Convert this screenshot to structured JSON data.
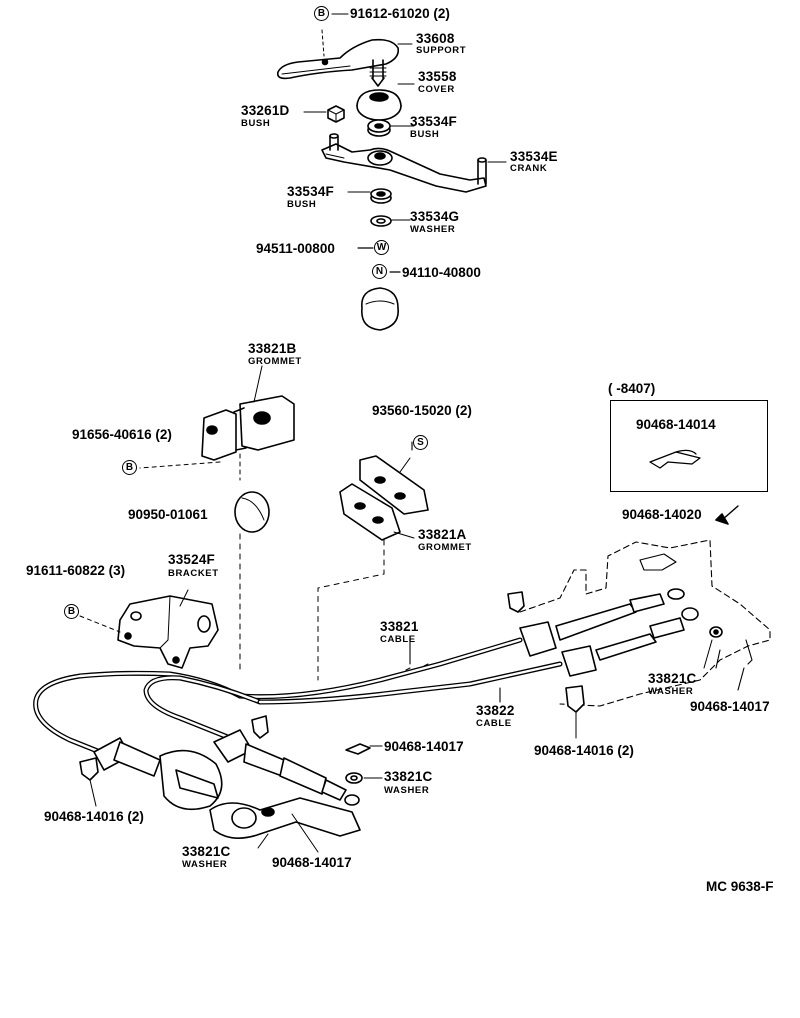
{
  "parts": {
    "p91612": {
      "number": "91612-61020 (2)",
      "symbol": "B"
    },
    "p33608": {
      "number": "33608",
      "name": "SUPPORT"
    },
    "p33558": {
      "number": "33558",
      "name": "COVER"
    },
    "p33261d": {
      "number": "33261D",
      "name": "BUSH"
    },
    "p33534f_top": {
      "number": "33534F",
      "name": "BUSH"
    },
    "p33534e": {
      "number": "33534E",
      "name": "CRANK"
    },
    "p33534f_bot": {
      "number": "33534F",
      "name": "BUSH"
    },
    "p33534g": {
      "number": "33534G",
      "name": "WASHER"
    },
    "p94511": {
      "number": "94511-00800",
      "symbol": "W"
    },
    "p94110": {
      "number": "94110-40800",
      "symbol": "N"
    },
    "p33821b": {
      "number": "33821B",
      "name": "GROMMET"
    },
    "p91656": {
      "number": "91656-40616 (2)",
      "symbol": "B"
    },
    "p93560": {
      "number": "93560-15020 (2)",
      "symbol": "S"
    },
    "p90950": {
      "number": "90950-01061"
    },
    "p33821a": {
      "number": "33821A",
      "name": "GROMMET"
    },
    "p91611": {
      "number": "91611-60822 (3)",
      "symbol": "B"
    },
    "p33524f": {
      "number": "33524F",
      "name": "BRACKET"
    },
    "p33821": {
      "number": "33821",
      "name": "CABLE"
    },
    "p33822": {
      "number": "33822",
      "name": "CABLE"
    },
    "p33821c_right": {
      "number": "33821C",
      "name": "WASHER"
    },
    "p90468_14017_right": {
      "number": "90468-14017"
    },
    "p90468_14016_right": {
      "number": "90468-14016 (2)"
    },
    "p90468_14017_mid": {
      "number": "90468-14017"
    },
    "p33821c_mid": {
      "number": "33821C",
      "name": "WASHER"
    },
    "p90468_14016_left": {
      "number": "90468-14016 (2)"
    },
    "p33821c_bot": {
      "number": "33821C",
      "name": "WASHER"
    },
    "p90468_14017_bot": {
      "number": "90468-14017"
    },
    "p90468_14020": {
      "number": "90468-14020"
    }
  },
  "inset": {
    "period": "(      -8407)",
    "part": "90468-14014"
  },
  "drawing_code": "MC 9638-F",
  "colors": {
    "ink": "#000000",
    "paper": "#ffffff"
  }
}
